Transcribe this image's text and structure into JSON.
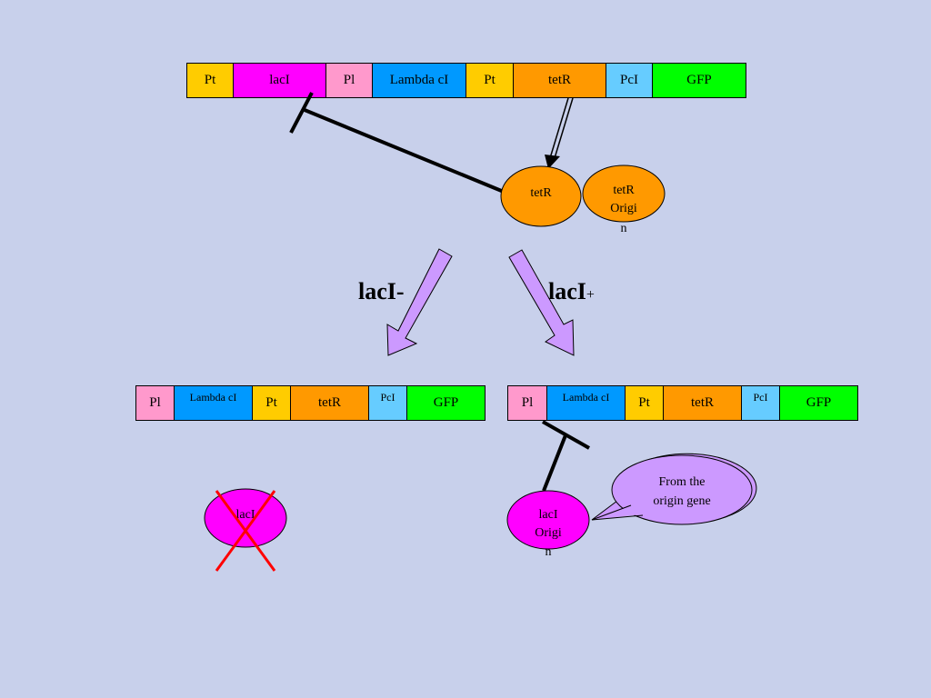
{
  "colors": {
    "Pt": "#ffcc00",
    "lacI": "#ff00ff",
    "Pl": "#ff99cc",
    "LambdaCI": "#0099ff",
    "tetR": "#ff9900",
    "PcI": "#66ccff",
    "GFP": "#00ff00",
    "arrow_fill": "#cc99ff",
    "cross": "#ff0000",
    "background": "#c8d0eb"
  },
  "top_construct": [
    "Pt",
    "lacI",
    "Pl",
    "Lambda cI",
    "Pt",
    "tetR",
    "PcI",
    "GFP"
  ],
  "left_construct": [
    "Pl",
    "Lambda cI",
    "Pt",
    "tetR",
    "PcI",
    "GFP"
  ],
  "right_construct": [
    "Pl",
    "Lambda cI",
    "Pt",
    "tetR",
    "PcI",
    "GFP"
  ],
  "ovals": {
    "tetR": "tetR",
    "tetR_origin": [
      "tetR",
      "Origi",
      "n"
    ],
    "lacI_crossed": "lacI",
    "lacI_origin": [
      "lacI",
      "Origi",
      "n"
    ]
  },
  "labels": {
    "lacI_minus": "lacI-",
    "lacI_plus_main": "lacI",
    "lacI_plus_sign": "+"
  },
  "callout": [
    "From the",
    "origin gene"
  ]
}
